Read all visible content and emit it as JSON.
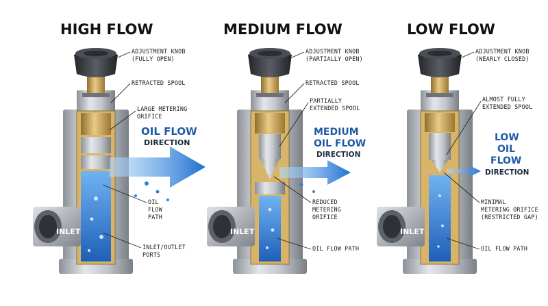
{
  "panels": [
    {
      "title": "HIGH FLOW",
      "knob_label": [
        "ADJUSTMENT KNOB",
        "(FULLY OPEN)"
      ],
      "spool_label": [
        "RETRACTED SPOOL"
      ],
      "orifice_label": [
        "LARGE METERING",
        "ORIFICE"
      ],
      "flow_text": [
        "OIL FLOW",
        "DIRECTION"
      ],
      "path_label": [
        "OIL",
        "FLOW",
        "PATH"
      ],
      "ports_label": [
        "INLET/OUTLET",
        "PORTS"
      ],
      "inlet_text": "INLET",
      "flow_level": 1.0
    },
    {
      "title": "MEDIUM FLOW",
      "knob_label": [
        "ADJUSTMENT KNOB",
        "(PARTIALLY OPEN)"
      ],
      "spool_label": [
        "RETRACTED SPOOL"
      ],
      "orifice_label": [
        "PARTIALLY",
        "EXTENDED SPOOL"
      ],
      "flow_text": [
        "MEDIUM",
        "OIL FLOW",
        "DIRECTION"
      ],
      "path_label": [
        "REDUCED",
        "METERING",
        "ORIFICE"
      ],
      "ports_label": [
        "OIL FLOW PATH"
      ],
      "inlet_text": "INLET",
      "flow_level": 0.6
    },
    {
      "title": "LOW FLOW",
      "knob_label": [
        "ADJUSTMENT KNOB",
        "(NEARLY CLOSED)"
      ],
      "spool_label": [],
      "orifice_label": [
        "ALMOST FULLY",
        "EXTENDED SPOOL"
      ],
      "flow_text": [
        "LOW",
        "OIL",
        "FLOW",
        "DIRECTION"
      ],
      "path_label": [
        "MINIMAL",
        "METERING ORIFICE",
        "(RESTRICTED GAP)"
      ],
      "ports_label": [
        "OIL FLOW PATH"
      ],
      "inlet_text": "INLET",
      "flow_level": 0.25
    }
  ],
  "colors": {
    "steel": "#b8bcc2",
    "steel_dark": "#7c8188",
    "brass": "#c9a45a",
    "knob": "#3a3d42",
    "oil": "#2f7fd8",
    "oil_light": "#8cc4f5",
    "flow_text_blue": "#1f5aa6"
  }
}
